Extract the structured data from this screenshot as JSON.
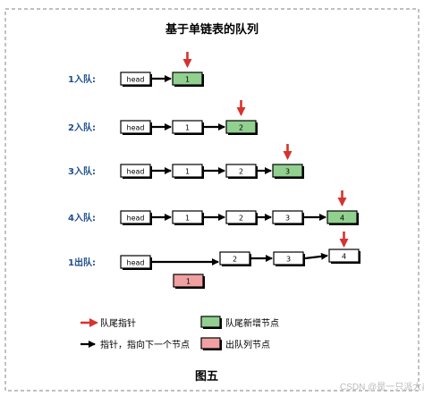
{
  "title": "基于单链表的队列",
  "caption": "图五",
  "watermark": "CSDN @是一只派大鑫",
  "colors": {
    "node_new": "#92d090",
    "node_dequeued": "#f1a0a2",
    "tail_pointer": "#d6332f",
    "border": "#000000",
    "frame": "#9a9a9a",
    "label": "#1f4e8c"
  },
  "rows": [
    {
      "label": "1入队:",
      "nodes": [
        "head",
        "1"
      ],
      "new_index": 1
    },
    {
      "label": "2入队:",
      "nodes": [
        "head",
        "1",
        "2"
      ],
      "new_index": 2
    },
    {
      "label": "3入队:",
      "nodes": [
        "head",
        "1",
        "2",
        "3"
      ],
      "new_index": 3
    },
    {
      "label": "4入队:",
      "nodes": [
        "head",
        "1",
        "2",
        "3",
        "4"
      ],
      "new_index": 4
    },
    {
      "label": "1出队:",
      "nodes": [
        "head",
        "2",
        "3",
        "4"
      ],
      "dequeued": "1"
    }
  ],
  "legend": [
    {
      "kind": "red-arrow",
      "text": "队尾指针"
    },
    {
      "kind": "green-box",
      "text": "队尾新增节点"
    },
    {
      "kind": "black-arrow",
      "text": "指针，指向下一个节点"
    },
    {
      "kind": "pink-box",
      "text": "出队列节点"
    }
  ]
}
